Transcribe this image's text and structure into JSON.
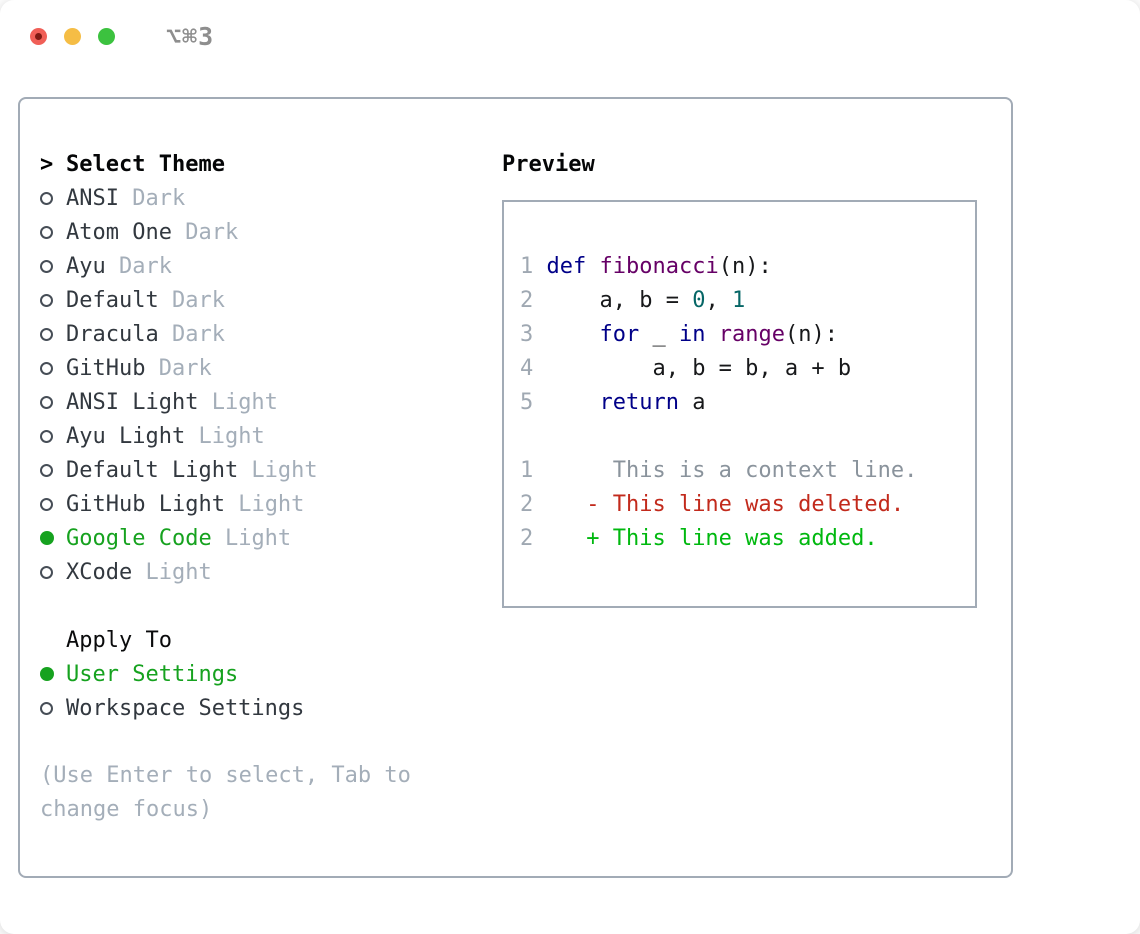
{
  "window": {
    "title": "⌥⌘3",
    "traffic_lights": [
      "close",
      "minimize",
      "zoom"
    ]
  },
  "theme_panel": {
    "header": {
      "prompt": ">",
      "label": "Select Theme"
    },
    "themes": [
      {
        "name": "ANSI",
        "variant": "Dark",
        "selected": false
      },
      {
        "name": "Atom One",
        "variant": "Dark",
        "selected": false
      },
      {
        "name": "Ayu",
        "variant": "Dark",
        "selected": false
      },
      {
        "name": "Default",
        "variant": "Dark",
        "selected": false
      },
      {
        "name": "Dracula",
        "variant": "Dark",
        "selected": false
      },
      {
        "name": "GitHub",
        "variant": "Dark",
        "selected": false
      },
      {
        "name": "ANSI Light",
        "variant": "Light",
        "selected": false
      },
      {
        "name": "Ayu Light",
        "variant": "Light",
        "selected": false
      },
      {
        "name": "Default Light",
        "variant": "Light",
        "selected": false
      },
      {
        "name": "GitHub Light",
        "variant": "Light",
        "selected": false
      },
      {
        "name": "Google Code",
        "variant": "Light",
        "selected": true
      },
      {
        "name": "XCode",
        "variant": "Light",
        "selected": false
      }
    ],
    "apply_to": {
      "label": "Apply To",
      "options": [
        {
          "name": "User Settings",
          "selected": true
        },
        {
          "name": "Workspace Settings",
          "selected": false
        }
      ]
    },
    "help": {
      "line1": "(Use Enter to select, Tab to",
      "line2": "change focus)"
    }
  },
  "preview": {
    "label": "Preview",
    "code_lines": [
      [
        {
          "t": "1",
          "c": "ln"
        },
        {
          "t": " ",
          "c": "p"
        },
        {
          "t": "def",
          "c": "kw"
        },
        {
          "t": " ",
          "c": "p"
        },
        {
          "t": "fibonacci",
          "c": "fn"
        },
        {
          "t": "(n):",
          "c": "p"
        }
      ],
      [
        {
          "t": "2",
          "c": "ln"
        },
        {
          "t": "     a, b = ",
          "c": "p"
        },
        {
          "t": "0",
          "c": "nu"
        },
        {
          "t": ", ",
          "c": "p"
        },
        {
          "t": "1",
          "c": "nu"
        }
      ],
      [
        {
          "t": "3",
          "c": "ln"
        },
        {
          "t": "     ",
          "c": "p"
        },
        {
          "t": "for",
          "c": "kw"
        },
        {
          "t": " _ ",
          "c": "p"
        },
        {
          "t": "in",
          "c": "kw"
        },
        {
          "t": " ",
          "c": "p"
        },
        {
          "t": "range",
          "c": "fn"
        },
        {
          "t": "(n):",
          "c": "p"
        }
      ],
      [
        {
          "t": "4",
          "c": "ln"
        },
        {
          "t": "         a, b = b, a + b",
          "c": "p"
        }
      ],
      [
        {
          "t": "5",
          "c": "ln"
        },
        {
          "t": "     ",
          "c": "p"
        },
        {
          "t": "return",
          "c": "kw"
        },
        {
          "t": " a",
          "c": "p"
        }
      ],
      [],
      [
        {
          "t": "1",
          "c": "ln"
        },
        {
          "t": "      This is a context line.",
          "c": "ctx"
        }
      ],
      [
        {
          "t": "2",
          "c": "ln"
        },
        {
          "t": "    - This line was deleted.",
          "c": "del"
        }
      ],
      [
        {
          "t": "2",
          "c": "ln"
        },
        {
          "t": "    + This line was added.",
          "c": "add"
        }
      ]
    ]
  },
  "colors": {
    "panel_border": "#a2abb6",
    "muted": "#a4aeb9",
    "accent_green": "#16a21f",
    "diff_added": "#00b80f",
    "diff_deleted": "#c22a1c",
    "code_keyword": "#000088",
    "code_function": "#660066",
    "code_number": "#066666",
    "traffic_red": "#f05f57",
    "traffic_yellow": "#f5bd45",
    "traffic_green": "#3cc23f"
  }
}
